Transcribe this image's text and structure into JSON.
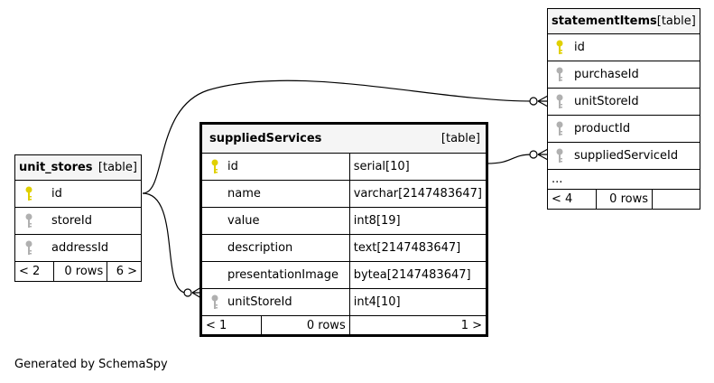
{
  "tables": {
    "unit_stores": {
      "name": "unit_stores",
      "type": "[table]",
      "columns": [
        {
          "name": "id",
          "key": "primary"
        },
        {
          "name": "storeId",
          "key": "foreign"
        },
        {
          "name": "addressId",
          "key": "foreign"
        }
      ],
      "footer": {
        "parents": "< 2",
        "rows": "0 rows",
        "children": "6 >"
      }
    },
    "suppliedServices": {
      "name": "suppliedServices",
      "type": "[table]",
      "columns": [
        {
          "name": "id",
          "dtype": "serial[10]",
          "key": "primary"
        },
        {
          "name": "name",
          "dtype": "varchar[2147483647]",
          "key": "none"
        },
        {
          "name": "value",
          "dtype": "int8[19]",
          "key": "none"
        },
        {
          "name": "description",
          "dtype": "text[2147483647]",
          "key": "none"
        },
        {
          "name": "presentationImage",
          "dtype": "bytea[2147483647]",
          "key": "none"
        },
        {
          "name": "unitStoreId",
          "dtype": "int4[10]",
          "key": "foreign"
        }
      ],
      "footer": {
        "parents": "< 1",
        "rows": "0 rows",
        "children": "1 >"
      }
    },
    "statementItems": {
      "name": "statementItems",
      "type": "[table]",
      "columns": [
        {
          "name": "id",
          "key": "primary"
        },
        {
          "name": "purchaseId",
          "key": "foreign"
        },
        {
          "name": "unitStoreId",
          "key": "foreign"
        },
        {
          "name": "productId",
          "key": "foreign"
        },
        {
          "name": "suppliedServiceId",
          "key": "foreign"
        }
      ],
      "ellipsis": "...",
      "footer": {
        "parents": "< 4",
        "rows": "0 rows",
        "children": ""
      }
    }
  },
  "footer_text": "Generated by SchemaSpy",
  "colors": {
    "primary_key": "#e0d000",
    "foreign_key": "#b0b0b0",
    "header_bg": "#f5f5f5",
    "line": "#000000"
  },
  "icons": {
    "primary_key": "key-icon-gold",
    "foreign_key": "key-icon-gray"
  }
}
